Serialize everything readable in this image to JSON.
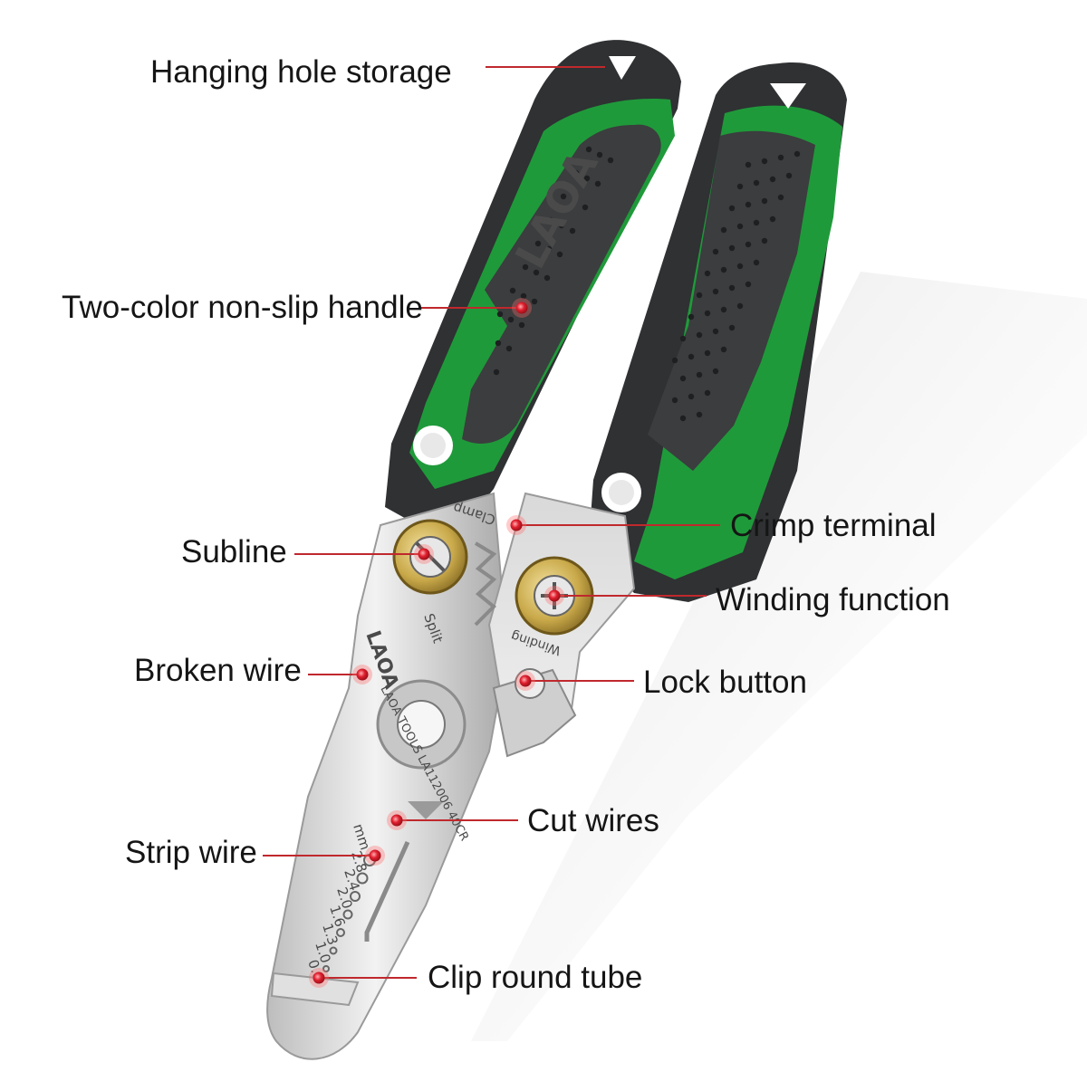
{
  "colors": {
    "handle_green": "#1f9a3a",
    "handle_dark": "#3b3d3e",
    "blade_steel": "#d8d8d8",
    "brass": "#c9a94a",
    "callout_line": "#c0282d",
    "callout_dot": "#e02030"
  },
  "labels": {
    "hanging_hole": "Hanging hole storage",
    "handle": "Two-color non-slip handle",
    "crimp": "Crimp terminal",
    "subline": "Subline",
    "winding": "Winding function",
    "broken_wire": "Broken wire",
    "lock_button": "Lock button",
    "cut_wires": "Cut wires",
    "strip_wire": "Strip wire",
    "clip_tube": "Clip round tube"
  },
  "engravings": {
    "brand_handle": "LAOA",
    "brand_blade": "LAOA",
    "model": "LAOA TOOLS LA112006 40CR",
    "clamp": "Clamp",
    "split": "Split",
    "winding": "Winding",
    "unit": "mm",
    "gauges": [
      "2.8",
      "2.4",
      "2.0",
      "1.6",
      "1.3",
      "1.0",
      "0.8"
    ]
  }
}
